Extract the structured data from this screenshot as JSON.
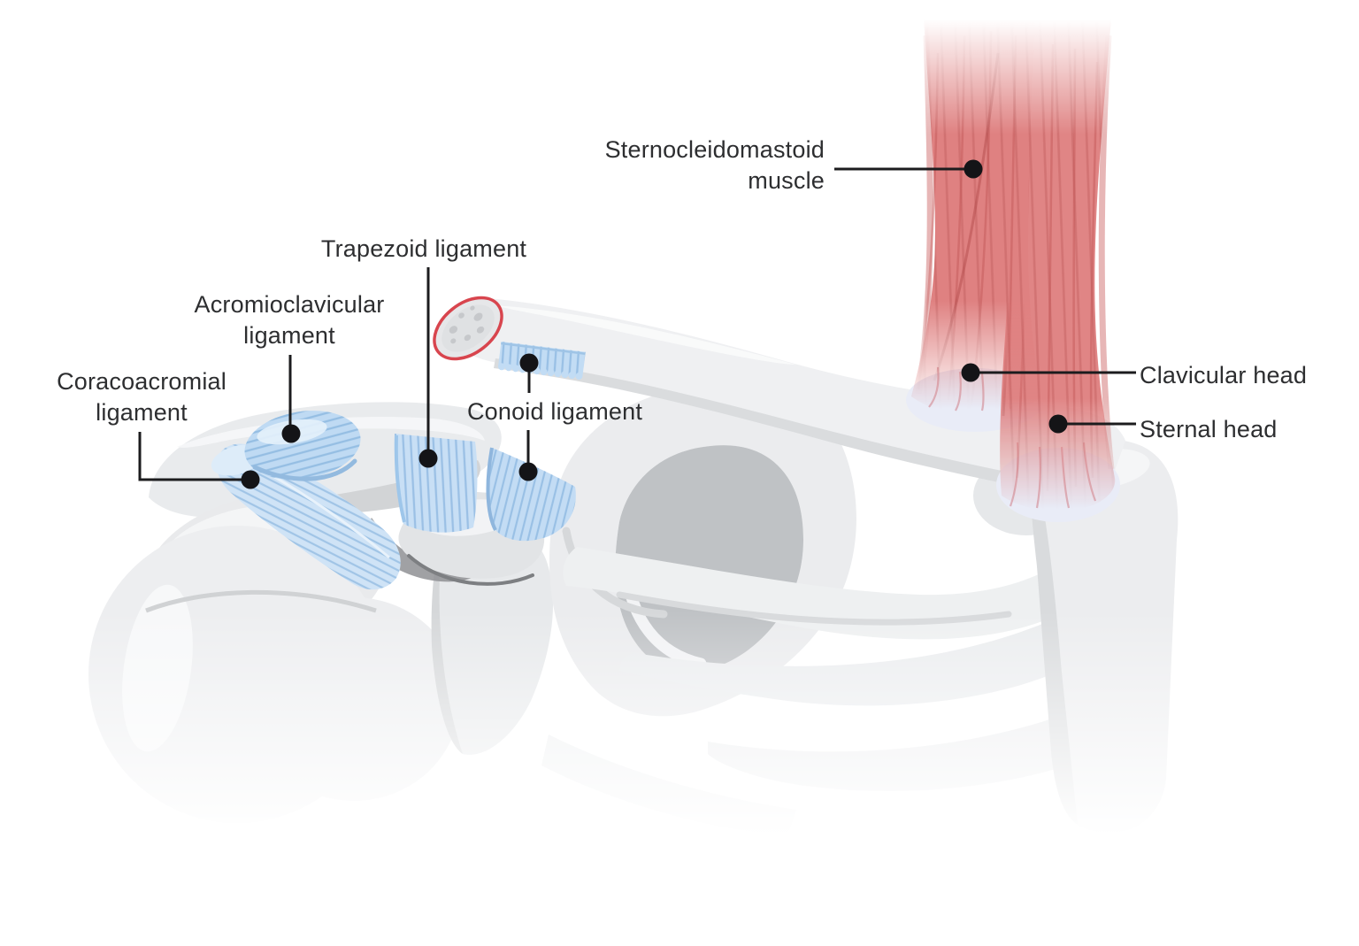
{
  "labels": {
    "sternocleidomastoid_muscle": "Sternocleidomastoid muscle",
    "trapezoid_ligament": "Trapezoid ligament",
    "acromioclavicular_ligament": "Acromioclavicular ligament",
    "coracoacromial_ligament": "Coracoacromial ligament",
    "conoid_ligament": "Conoid ligament",
    "clavicular_head": "Clavicular head",
    "sternal_head": "Sternal head"
  },
  "colors": {
    "background": "#ffffff",
    "muscle_red": "#df8181",
    "muscle_fiber": "#c35c5c",
    "tendon": "#e9ecf7",
    "ligament_blue": "#c6def5",
    "ligament_stripe": "#87b4de",
    "bone": "#ecedef",
    "bone_shadow": "#d5d7d9",
    "bone_dark": "#8f9194",
    "cut_edge_red": "#d8454e",
    "leader_line": "#1c1c1e",
    "label_text": "#2d2e30"
  }
}
